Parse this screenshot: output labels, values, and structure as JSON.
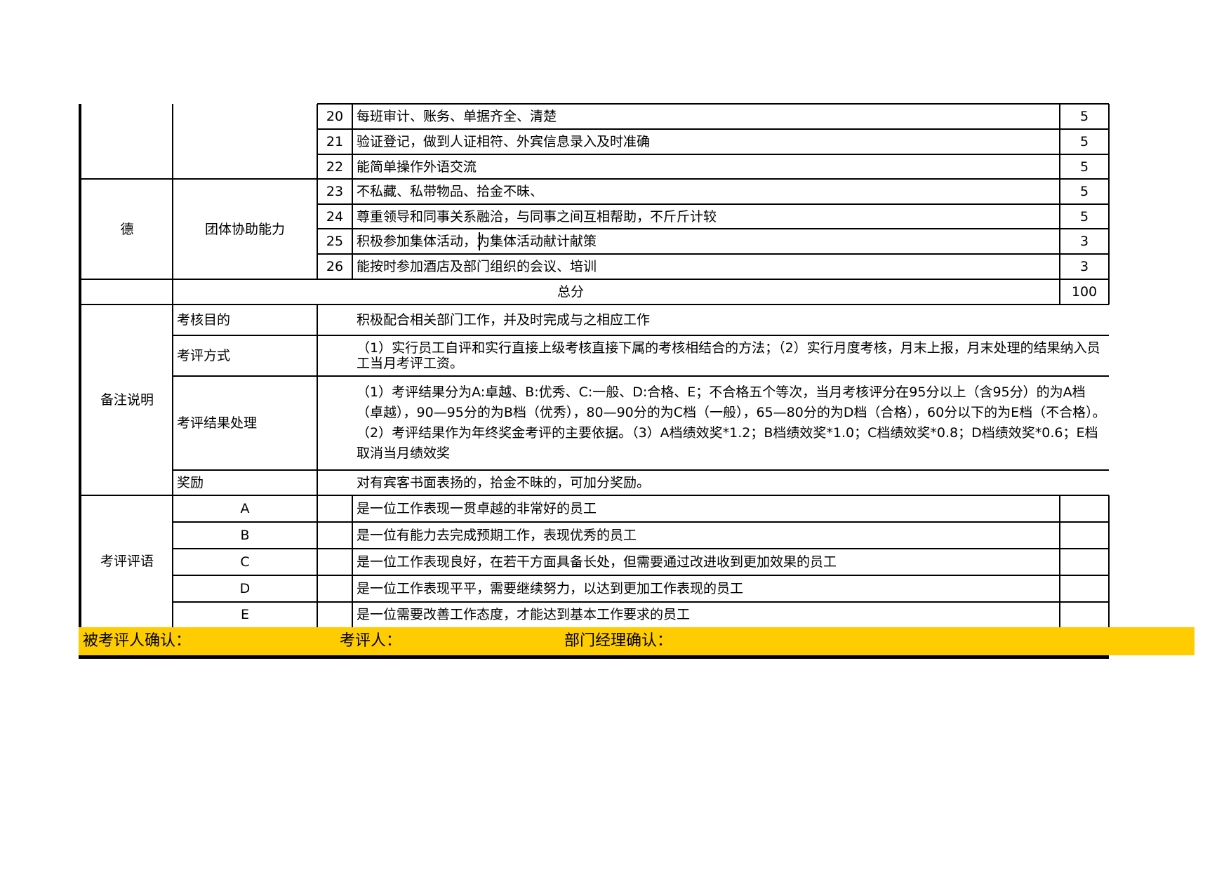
{
  "rows": [
    {
      "no": "20",
      "item": "每班审计、账务、单据齐全、清楚",
      "score": "5"
    },
    {
      "no": "21",
      "item": "验证登记，做到人证相符、外宾信息录入及时准确",
      "score": "5"
    },
    {
      "no": "22",
      "item": "能简单操作外语交流",
      "score": "5"
    },
    {
      "no": "23",
      "item": "不私藏、私带物品、拾金不昧、",
      "score": "5"
    },
    {
      "no": "24",
      "item": "尊重领导和同事关系融洽，与同事之间互相帮助，不斤斤计较",
      "score": "5"
    },
    {
      "no": "25",
      "item": "积极参加集体活动，为集体活动献计献策",
      "score": "3"
    },
    {
      "no": "26",
      "item": "能按时参加酒店及部门组织的会议、培训",
      "score": "3"
    }
  ],
  "group": {
    "category": "德",
    "ability": "团体协助能力"
  },
  "total": {
    "label": "总分",
    "value": "100"
  },
  "notes": {
    "section": "备注说明",
    "items": [
      {
        "label": "考核目的",
        "text": "积极配合相关部门工作，并及时完成与之相应工作"
      },
      {
        "label": "考评方式",
        "text": "（1）实行员工自评和实行直接上级考核直接下属的考核相结合的方法；（2）实行月度考核，月末上报，月末处理的结果纳入员工当月考评工资。"
      },
      {
        "label": "考评结果处理",
        "text": "（1）考评结果分为A:卓越、B:优秀、C:一般、D:合格、E；不合格五个等次，当月考核评分在95分以上（含95分）的为A档（卓越），90—95分的为B档（优秀），80—90分的为C档（一般），65—80分的为D档（合格），60分以下的为E档（不合格）。（2）考评结果作为年终奖金考评的主要依据。（3）A档绩效奖*1.2；B档绩效奖*1.0；C档绩效奖*0.8；D档绩效奖*0.6；E档取消当月绩效奖"
      },
      {
        "label": "奖励",
        "text": "对有宾客书面表扬的，拾金不昧的，可加分奖励。"
      }
    ]
  },
  "comments": {
    "section": "考评评语",
    "grades": [
      {
        "grade": "A",
        "text": "是一位工作表现一贯卓越的非常好的员工"
      },
      {
        "grade": "B",
        "text": "是一位有能力去完成预期工作，表现优秀的员工"
      },
      {
        "grade": "C",
        "text": "是一位工作表现良好，在若干方面具备长处，但需要通过改进收到更加效果的员工"
      },
      {
        "grade": "D",
        "text": "是一位工作表现平平，需要继续努力，以达到更加工作表现的员工"
      },
      {
        "grade": "E",
        "text": "是一位需要改善工作态度，才能达到基本工作要求的员工"
      }
    ]
  },
  "footer": {
    "reviewee": "被考评人确认：",
    "reviewer": "考评人：",
    "manager": "部门经理确认："
  },
  "colors": {
    "footer_bg": "#ffcc00"
  }
}
